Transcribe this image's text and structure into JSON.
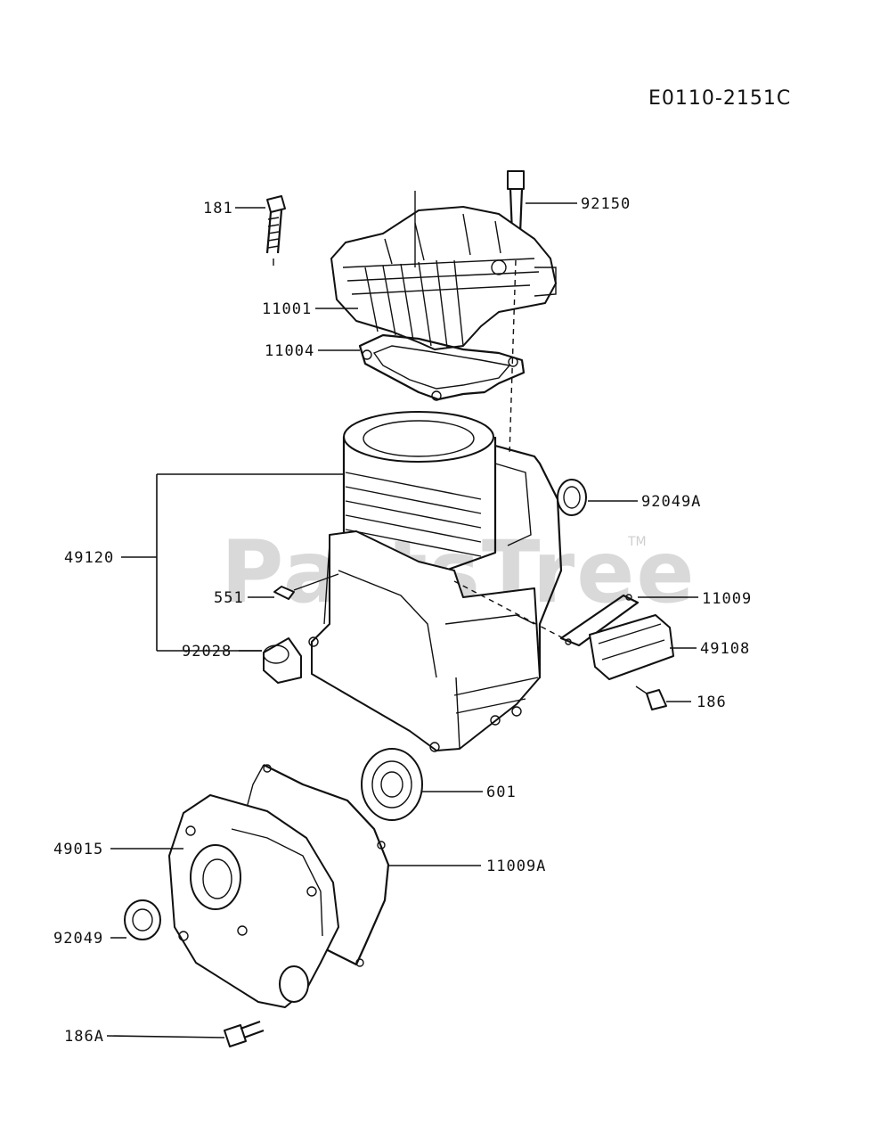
{
  "diagram_code": "E0110-2151C",
  "watermark": {
    "text": "PartsTree",
    "tm": "TM"
  },
  "callouts": {
    "p181": "181",
    "p92150": "92150",
    "p11001": "11001",
    "p11004": "11004",
    "p49120": "49120",
    "p92049A": "92049A",
    "p551": "551",
    "p11009": "11009",
    "p92028": "92028",
    "p49108": "49108",
    "p186": "186",
    "p601": "601",
    "p49015": "49015",
    "p11009A": "11009A",
    "p92049": "92049",
    "p186A": "186A"
  }
}
